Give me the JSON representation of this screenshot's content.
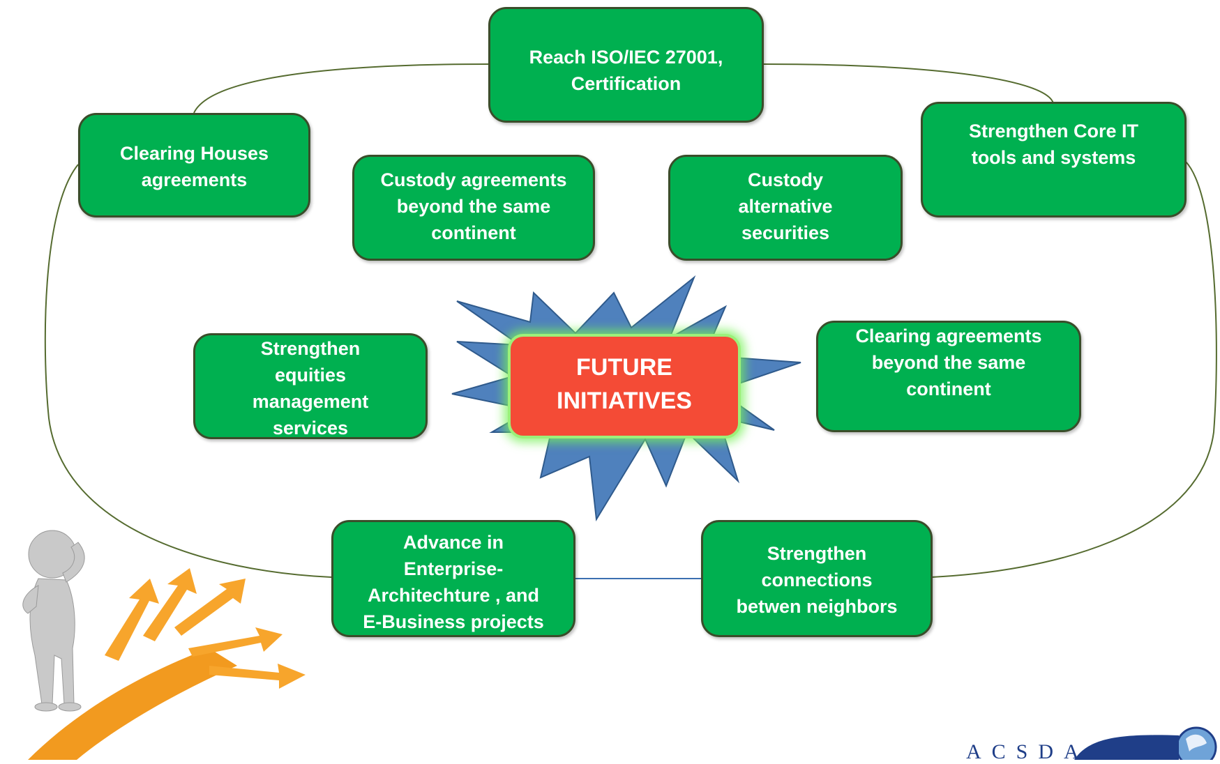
{
  "center": {
    "lines": [
      "FUTURE",
      "INITIATIVES"
    ]
  },
  "boxes": {
    "reach_iso": {
      "lines": [
        "Reach ISO/IEC 27001,",
        "Certification"
      ]
    },
    "clearing_houses": {
      "lines": [
        "Clearing Houses",
        "agreements"
      ]
    },
    "strengthen_core_it": {
      "lines": [
        "Strengthen Core IT",
        "tools and systems"
      ]
    },
    "custody_agreements": {
      "lines": [
        "Custody agreements",
        "beyond the same",
        "continent"
      ]
    },
    "custody_alternative": {
      "lines": [
        "Custody",
        "alternative",
        "securities"
      ]
    },
    "strengthen_equities": {
      "lines": [
        "Strengthen",
        "equities",
        "management",
        "services"
      ]
    },
    "clearing_agreements": {
      "lines": [
        "Clearing agreements",
        "beyond the same",
        "continent"
      ]
    },
    "advance_enterprise": {
      "lines": [
        "Advance in",
        "Enterprise-",
        "Architechture , and",
        "E-Business projects"
      ]
    },
    "strengthen_connections": {
      "lines": [
        "Strengthen",
        "connections",
        "betwen neighbors"
      ]
    }
  },
  "logo": {
    "text": "ACSDA"
  },
  "colors": {
    "box_fill": "#00b050",
    "center_fill": "#f44b36",
    "star_fill": "#4f81bd"
  },
  "icons": [
    "person-thinking-icon",
    "crossroads-arrows-icon",
    "globe-icon",
    "starburst-shape"
  ]
}
